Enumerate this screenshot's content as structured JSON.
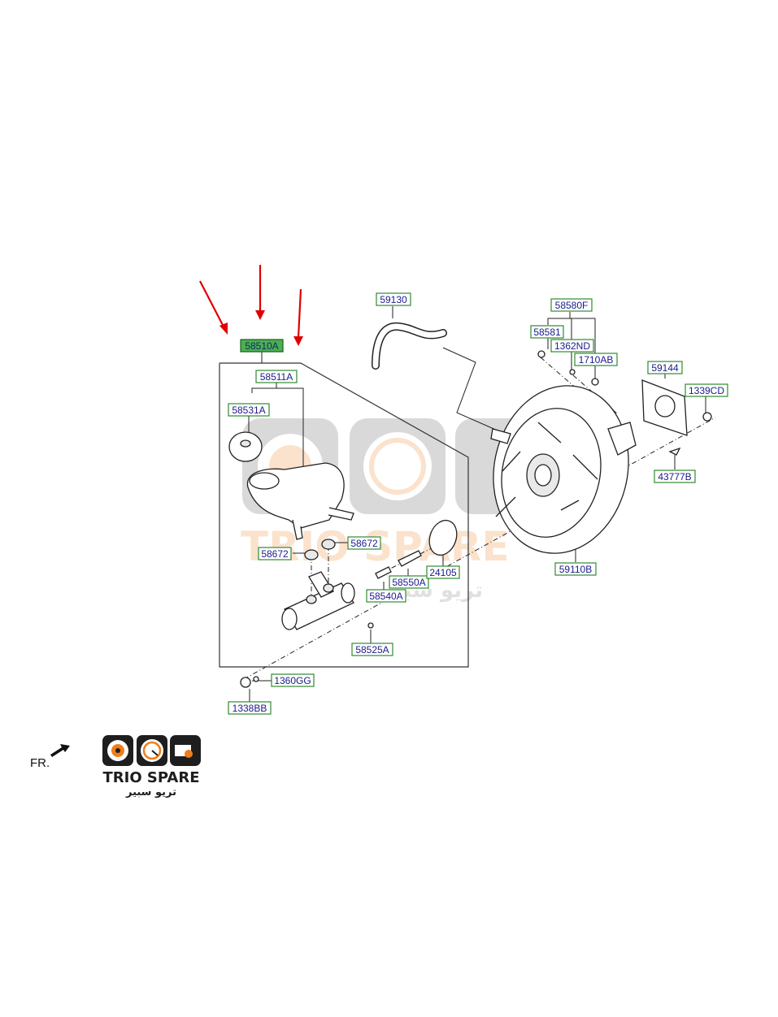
{
  "parts": [
    {
      "id": "p-58510a",
      "label": "58510A",
      "highlight": true
    },
    {
      "id": "p-58511a",
      "label": "58511A"
    },
    {
      "id": "p-58531a",
      "label": "58531A"
    },
    {
      "id": "p-58672-r",
      "label": "58672"
    },
    {
      "id": "p-58672-l",
      "label": "58672"
    },
    {
      "id": "p-58550a",
      "label": "58550A"
    },
    {
      "id": "p-24105",
      "label": "24105"
    },
    {
      "id": "p-58540a",
      "label": "58540A"
    },
    {
      "id": "p-58525a",
      "label": "58525A"
    },
    {
      "id": "p-1360gg",
      "label": "1360GG"
    },
    {
      "id": "p-1338bb",
      "label": "1338BB"
    },
    {
      "id": "p-59130",
      "label": "59130"
    },
    {
      "id": "p-58580f",
      "label": "58580F"
    },
    {
      "id": "p-58581",
      "label": "58581"
    },
    {
      "id": "p-1362nd",
      "label": "1362ND"
    },
    {
      "id": "p-1710ab",
      "label": "1710AB"
    },
    {
      "id": "p-59144",
      "label": "59144"
    },
    {
      "id": "p-1339cd",
      "label": "1339CD"
    },
    {
      "id": "p-43777b",
      "label": "43777B"
    },
    {
      "id": "p-59110b",
      "label": "59110B"
    }
  ],
  "front_label": "FR.",
  "watermark": {
    "latin": "TRIO SPARE",
    "arabic": "تريو سبير"
  },
  "logo": {
    "latin": "TRIO SPARE",
    "arabic": "تريو سبير"
  },
  "colors": {
    "highlight": "#4caf50",
    "label_border": "#2e8b2e",
    "label_text": "#1a1a8c",
    "arrow": "#e00000",
    "brand_orange": "#f07d1a"
  }
}
